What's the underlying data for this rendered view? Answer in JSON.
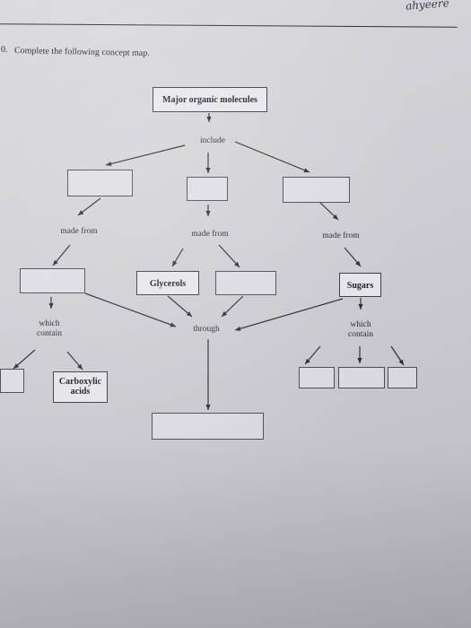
{
  "question": {
    "number_fragment": "0.",
    "prompt": "Complete the following concept map."
  },
  "handwriting": "ahyeere",
  "nodes": {
    "root": "Major organic molecules",
    "include": "include",
    "made_from_left": "made from",
    "made_from_center": "made from",
    "made_from_right": "made from",
    "glycerols": "Glycerols",
    "sugars": "Sugars",
    "which_contain_left": "which contain",
    "which_contain_right": "which contain",
    "through": "through",
    "carboxylic_acids": "Carboxylic acids"
  }
}
